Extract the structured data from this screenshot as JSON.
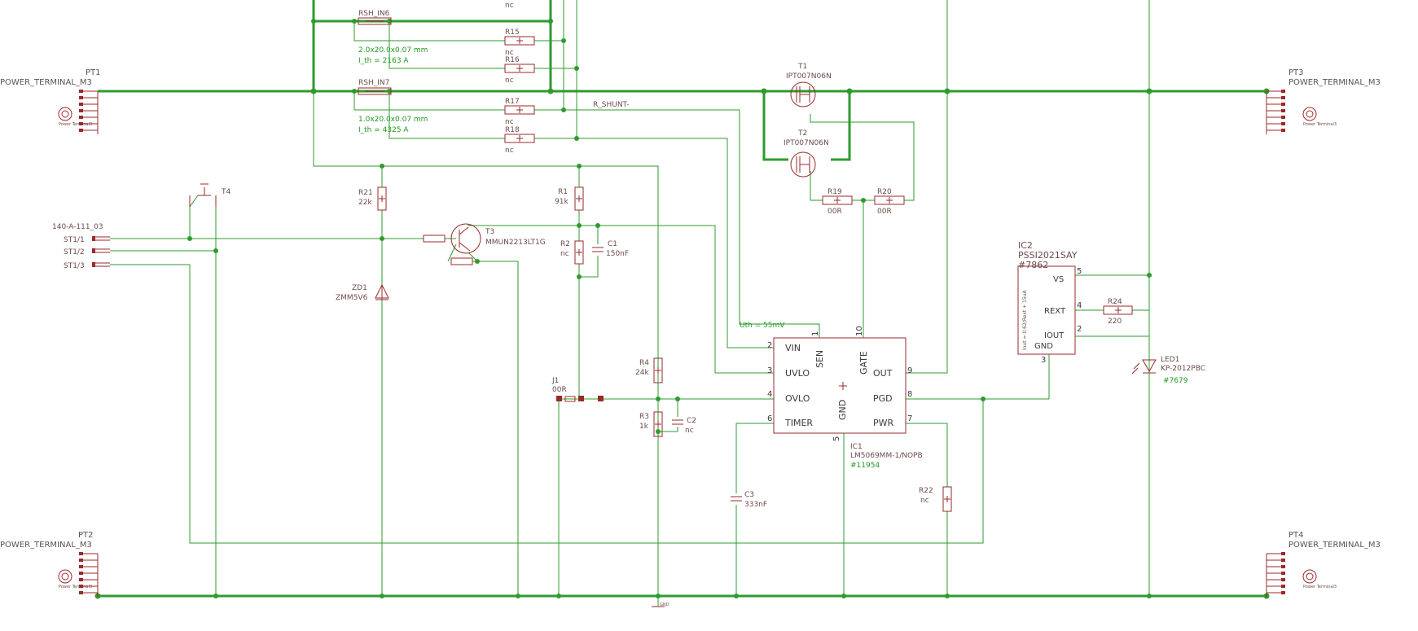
{
  "power_terminals": {
    "pt1": {
      "ref": "PT1",
      "value": "POWER_TERMINAL_M3"
    },
    "pt2": {
      "ref": "PT2",
      "value": "POWER_TERMINAL_M3"
    },
    "pt3": {
      "ref": "PT3",
      "value": "POWER_TERMINAL_M3"
    },
    "pt4": {
      "ref": "PT4",
      "value": "POWER_TERMINAL_M3"
    },
    "small_text": "Power Terminal3"
  },
  "shunts": {
    "in6": {
      "ref": "RSH_IN6",
      "dims": "2.0x20.0x0.07 mm",
      "ith": "I_th = 2163 A"
    },
    "in7": {
      "ref": "RSH_IN7",
      "dims": "1.0x20.0x0.07 mm",
      "ith": "I_th = 4325 A"
    }
  },
  "resistors": {
    "r15": {
      "ref": "R15",
      "value": "nc"
    },
    "r16": {
      "ref": "R16",
      "value": "nc"
    },
    "r17": {
      "ref": "R17",
      "value": "nc"
    },
    "r18": {
      "ref": "R18",
      "value": "nc"
    },
    "top_nc": "nc",
    "r21": {
      "ref": "R21",
      "value": "22k"
    },
    "r1": {
      "ref": "R1",
      "value": "91k"
    },
    "r2": {
      "ref": "R2",
      "value": "nc"
    },
    "r4": {
      "ref": "R4",
      "value": "24k"
    },
    "r3": {
      "ref": "R3",
      "value": "1k"
    },
    "r19": {
      "ref": "R19",
      "value": "00R"
    },
    "r20": {
      "ref": "R20",
      "value": "00R"
    },
    "r22": {
      "ref": "R22",
      "value": "nc"
    },
    "r24": {
      "ref": "R24",
      "value": "220"
    },
    "j1": {
      "ref": "J1",
      "value": "00R"
    }
  },
  "capacitors": {
    "c1": {
      "ref": "C1",
      "value": "150nF"
    },
    "c2": {
      "ref": "C2",
      "value": "nc"
    },
    "c3": {
      "ref": "C3",
      "value": "333nF"
    }
  },
  "transistors": {
    "t1": {
      "ref": "T1",
      "value": "IPT007N06N"
    },
    "t2": {
      "ref": "T2",
      "value": "IPT007N06N"
    },
    "t3": {
      "ref": "T3",
      "value": "MMUN2213LT1G"
    },
    "t4": {
      "ref": "T4"
    }
  },
  "zener": {
    "ref": "ZD1",
    "value": "ZMM5V6"
  },
  "connector": {
    "value": "140-A-111_03",
    "pins": [
      "ST1/1",
      "ST1/2",
      "ST1/3"
    ]
  },
  "net_label": "R_SHUNT-",
  "uth_label": "Uth = 55mV",
  "ic1": {
    "ref": "IC1",
    "value": "LM5069MM-1/NOPB",
    "stock": "#11954",
    "pins_left": [
      "VIN",
      "UVLO",
      "OVLO",
      "TIMER"
    ],
    "pins_right": [
      "OUT",
      "PGD",
      "PWR"
    ],
    "pin_sen": "SEN",
    "pin_gate": "GATE",
    "pin_gnd": "GND",
    "pin_numbers": {
      "vin": "2",
      "uvlo": "3",
      "ovlo": "4",
      "timer": "6",
      "out": "9",
      "pgd": "8",
      "pwr": "7",
      "sen": "1",
      "gate": "10",
      "gnd": "5"
    }
  },
  "ic2": {
    "ref": "IC2",
    "value": "PSSI2021SAY",
    "stock": "#7862",
    "pins": [
      "VS",
      "REXT",
      "IOUT",
      "GND"
    ],
    "pin_numbers": {
      "vs": "5",
      "rext": "4",
      "iout": "2",
      "gnd": "3"
    },
    "side_text": "Iout = 0.62/Rext + 15uA"
  },
  "led1": {
    "ref": "LED1",
    "value": "KP-2012PBC",
    "stock": "#7679"
  },
  "gnd_small": "GND"
}
